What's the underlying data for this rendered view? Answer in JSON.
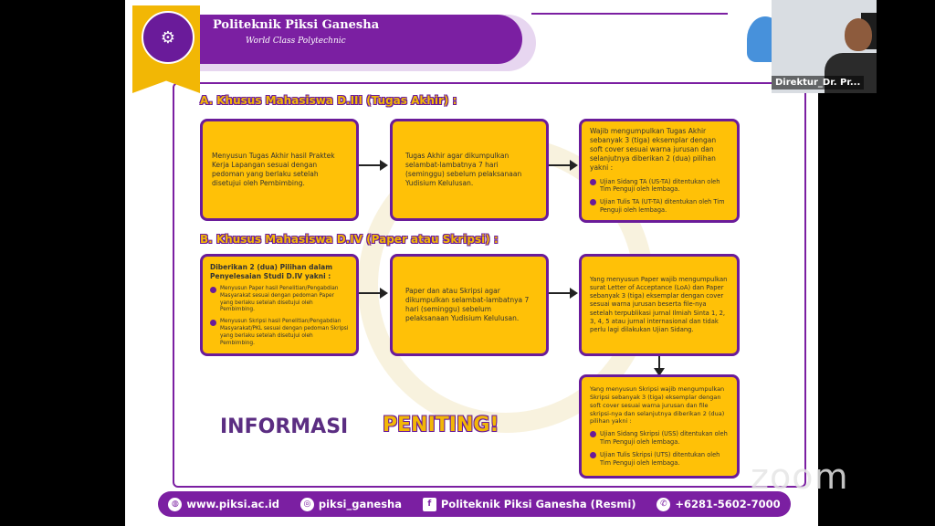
{
  "header": {
    "institution": "Politeknik Piksi Ganesha",
    "tagline": "World Class Polytechnic"
  },
  "section_a": {
    "title": "A. Khusus Mahasiswa D.III (Tugas Akhir) :",
    "box1": "Menyusun Tugas Akhir hasil Praktek Kerja Lapangan sesuai dengan pedoman yang berlaku setelah disetujui oleh Pembimbing.",
    "box2": "Tugas Akhir agar dikumpulkan selambat-lambatnya 7 hari (seminggu) sebelum pelaksanaan Yudisium Kelulusan.",
    "box3_intro": "Wajib mengumpulkan Tugas Akhir sebanyak 3 (tiga) eksemplar dengan soft cover sesuai warna jurusan dan selanjutnya diberikan 2 (dua) pilihan yakni :",
    "box3_bullets": [
      "Ujian Sidang TA (US-TA) ditentukan oleh Tim Penguji oleh lembaga.",
      "Ujian Tulis TA (UT-TA) ditentukan oleh Tim Penguji oleh lembaga."
    ]
  },
  "section_b": {
    "title": "B. Khusus Mahasiswa D.IV (Paper atau Skripsi) :",
    "box1_intro": "Diberikan 2 (dua) Pilihan dalam Penyelesaian Studi D.IV yakni :",
    "box1_bullets": [
      "Menyusun Paper hasil Penelitian/Pengabdian Masyarakat sesuai dengan pedoman Paper yang berlaku setelah disetujui oleh Pembimbing.",
      "Menyusun Skripsi hasil Penelitian/Pengabdian Masyarakat/PKL sesuai dengan pedoman Skripsi yang berlaku setelah disetujui oleh Pembimbing."
    ],
    "box2": "Paper dan atau Skripsi agar dikumpulkan selambat-lambatnya 7 hari (seminggu) sebelum pelaksanaan Yudisium Kelulusan.",
    "box3": "Yang menyusun Paper wajib mengumpulkan surat Letter of Acceptance (LoA) dan Paper sebanyak 3 (tiga) eksemplar dengan cover sesuai warna jurusan beserta file-nya setelah terpublikasi jurnal Ilmiah Sinta 1, 2, 3, 4, 5 atau jurnal internasional dan tidak perlu lagi dilakukan Ujian Sidang.",
    "box4_intro": "Yang menyusun Skripsi wajib mengumpulkan Skripsi sebanyak 3 (tiga) eksemplar dengan soft cover sesuai warna jurusan dan file skripsi-nya dan selanjutnya diberikan 2 (dua) pilihan yakni :",
    "box4_bullets": [
      "Ujian Sidang Skripsi (USS) ditentukan oleh Tim Penguji oleh lembaga.",
      "Ujian Tulis Skripsi (UTS) ditentukan oleh Tim Penguji oleh lembaga."
    ]
  },
  "info": {
    "word1": "INFORMASI",
    "word2": "PENITING!"
  },
  "footer": {
    "website": "www.piksi.ac.id",
    "instagram": "piksi_ganesha",
    "facebook": "Politeknik Piksi Ganesha (Resmi)",
    "whatsapp": "+6281-5602-7000"
  },
  "video": {
    "participant_name": "Direktur_Dr. Pr..."
  },
  "zoom_brand": "zoom",
  "icons": {
    "web": "globe-icon",
    "instagram": "instagram-icon",
    "facebook": "facebook-icon",
    "whatsapp": "whatsapp-icon"
  },
  "colors": {
    "purple": "#7b1fa2",
    "yellow": "#ffc107"
  }
}
